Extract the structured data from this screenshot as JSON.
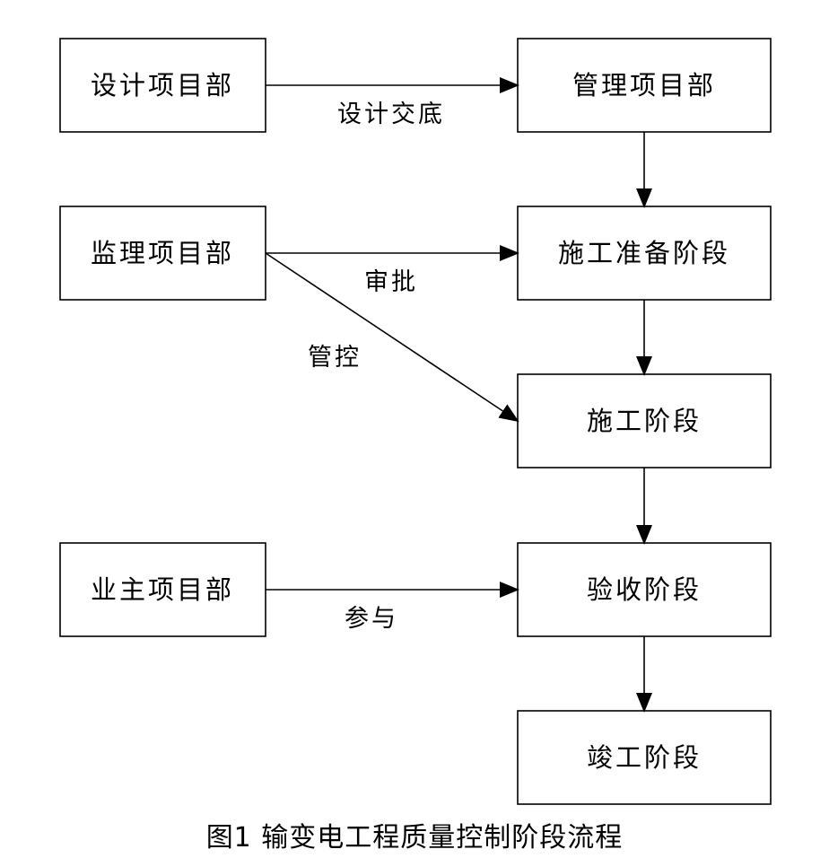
{
  "nodes": {
    "design_dept": "设计项目部",
    "supervision_dept": "监理项目部",
    "owner_dept": "业主项目部",
    "management_dept": "管理项目部",
    "construction_prep": "施工准备阶段",
    "construction": "施工阶段",
    "acceptance": "验收阶段",
    "completion": "竣工阶段"
  },
  "edge_labels": {
    "design_handover": "设计交底",
    "approval": "审批",
    "control": "管控",
    "participation": "参与"
  },
  "caption": "图1 输变电工程质量控制阶段流程"
}
